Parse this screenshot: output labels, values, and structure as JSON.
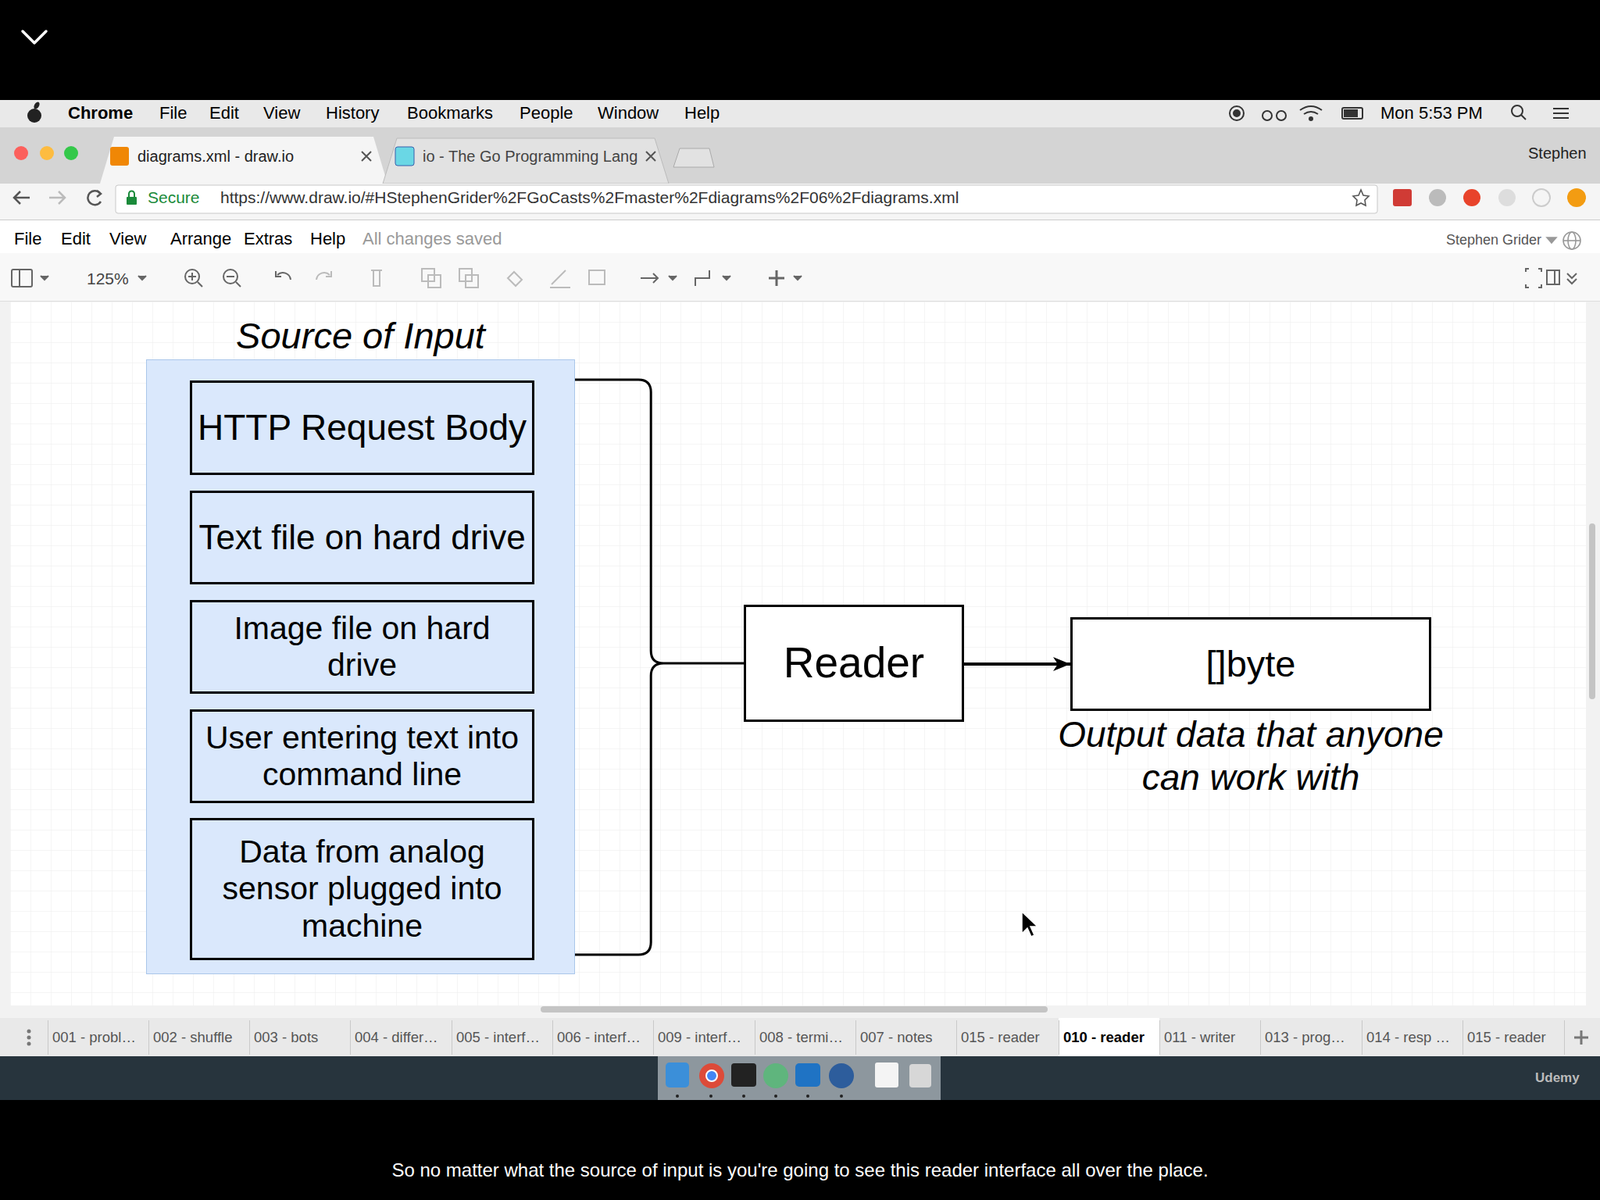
{
  "diagram": {
    "nodes": [
      {
        "text": [
          "Source of Input"
        ]
      },
      {
        "text": [
          "HTTP Request Body"
        ],
        "in": 0
      },
      {
        "text": [
          "Text file on hard drive"
        ],
        "in": 0
      },
      {
        "text": [
          "Image file on hard drive"
        ],
        "in": 0
      },
      {
        "text": [
          "User entering text into command line"
        ],
        "in": 0
      },
      {
        "text": [
          "Data from analog sensor plugged into machine"
        ],
        "in": 0
      },
      {
        "text": [
          "Reader"
        ]
      },
      {
        "text": [
          "[]byte"
        ]
      }
    ],
    "edges": [
      {
        "from": 0,
        "to": 6,
        "arrow": "none"
      },
      {
        "from": 6,
        "to": 7,
        "arrow": "to"
      }
    ],
    "labels": [
      "Chrome",
      "File",
      "Edit",
      "View",
      "History",
      "Bookmarks",
      "People",
      "Window",
      "Help",
      "Mon 5:53 PM",
      "diagrams.xml - draw.io",
      "io - The Go Programming Lang",
      "Stephen",
      "Secure",
      "https://www.draw.io/#HStephenGrider%2FGoCasts%2Fmaster%2Fdiagrams%2F06%2Fdiagrams.xml",
      "File",
      "Edit",
      "View",
      "Arrange",
      "Extras",
      "Help",
      "All changes saved",
      "Stephen Grider",
      "125%",
      "Output data that anyone can work with",
      "001 - probl…",
      "002 - shuffle",
      "003 - bots",
      "004 - differ…",
      "005 - interf…",
      "006 - interf…",
      "009 - interf…",
      "008 - termi…",
      "007 - notes",
      "015 - reader",
      "010 - reader",
      "011 - writer",
      "013 - prog…",
      "014 - resp …",
      "015 - reader",
      "Udemy",
      "So no matter what the source of input is you're going to see this reader interface all over the place."
    ]
  }
}
